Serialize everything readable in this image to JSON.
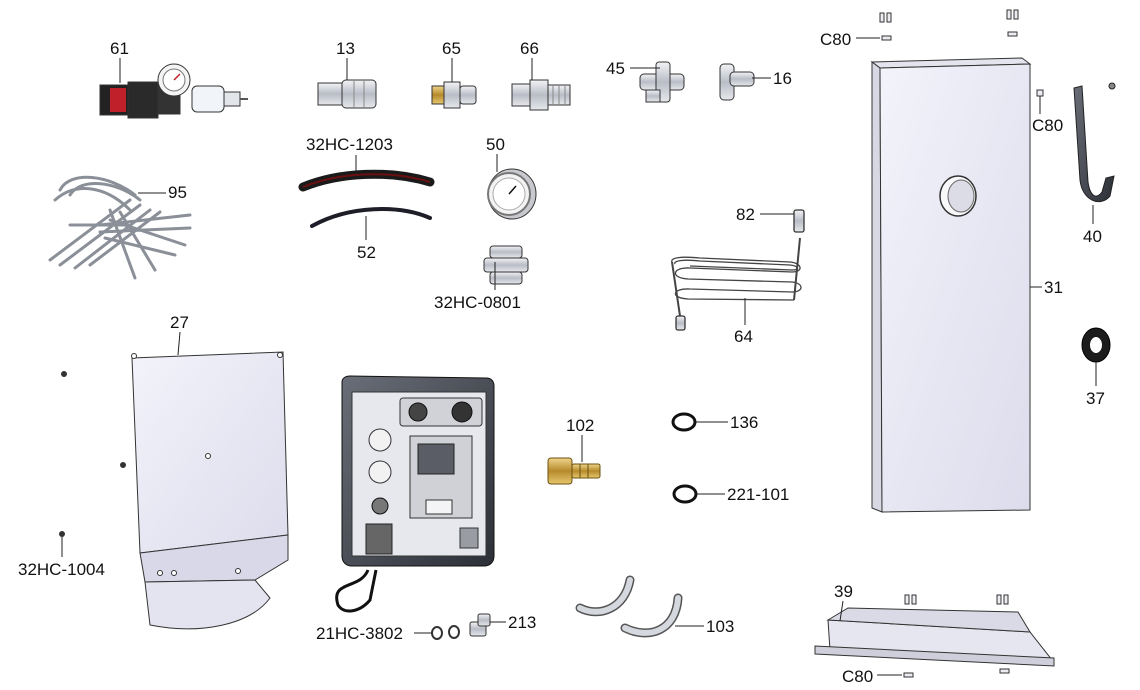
{
  "labels": {
    "p61": "61",
    "p13": "13",
    "p65": "65",
    "p66": "66",
    "p45": "45",
    "p16": "16",
    "pC80_top": "C80",
    "pC80_right": "C80",
    "pC80_bottom": "C80",
    "p95": "95",
    "p32HC1203": "32HC-1203",
    "p52": "52",
    "p50": "50",
    "p32HC0801": "32HC-0801",
    "p82": "82",
    "p64": "64",
    "p40": "40",
    "p31": "31",
    "p27": "27",
    "p37": "37",
    "p102": "102",
    "p136": "136",
    "p221101": "221-101",
    "p32HC1004": "32HC-1004",
    "p21HC3802": "21HC-3802",
    "p213": "213",
    "p103": "103",
    "p39": "39"
  },
  "colors": {
    "line": "#333333",
    "panel_fill": "#e8e8f4",
    "metal": "#c9ccd3",
    "brass": "#c9a24a",
    "black": "#1a1a1a",
    "red": "#c0202a"
  }
}
